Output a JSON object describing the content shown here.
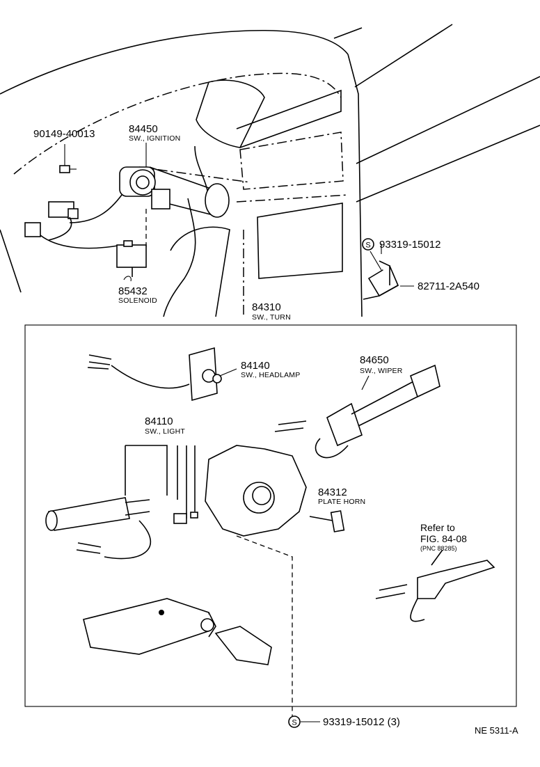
{
  "parts": {
    "bolt": {
      "number": "90149-40013"
    },
    "ignition": {
      "number": "84450",
      "name": "SW., IGNITION"
    },
    "solenoid": {
      "number": "85432",
      "name": "SOLENOID"
    },
    "screw": {
      "number": "93319-15012",
      "marker": "S"
    },
    "bracket": {
      "number": "82711-2A540"
    },
    "turn": {
      "number": "84310",
      "name": "SW., TURN"
    },
    "headlamp": {
      "number": "84140",
      "name": "SW., HEADLAMP"
    },
    "wiper": {
      "number": "84650",
      "name": "SW., WIPER"
    },
    "light": {
      "number": "84110",
      "name": "SW., LIGHT"
    },
    "horn": {
      "number": "84312",
      "name": "PLATE HORN"
    },
    "bottom_screw": {
      "number": "93319-15012 (3)",
      "marker": "S"
    }
  },
  "refer": {
    "line1": "Refer to",
    "line2": "FIG. 84-08",
    "line3": "(PNC 88285)"
  },
  "figure_code": "NE 5311-A"
}
